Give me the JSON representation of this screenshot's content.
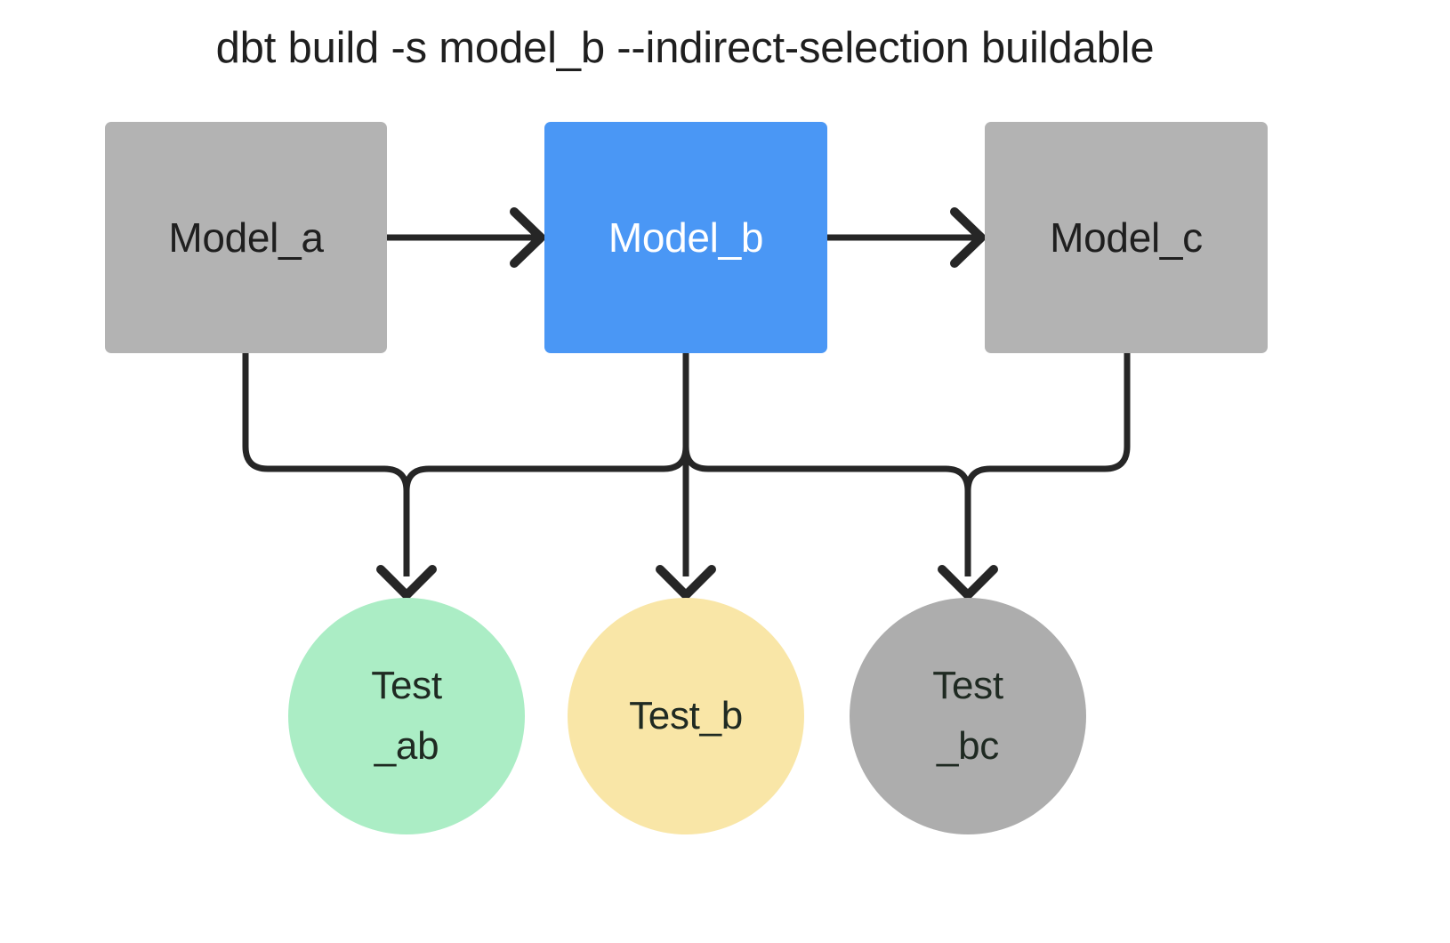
{
  "diagram": {
    "title": "dbt build -s model_b --indirect-selection buildable",
    "background_color": "#ffffff",
    "line_color": "#262626"
  },
  "models": [
    {
      "id": "model-a",
      "label": "Model_a",
      "fill": "#b3b3b3",
      "text_color": "#1f1f1f",
      "selected": false
    },
    {
      "id": "model-b",
      "label": "Model_b",
      "fill": "#4a97f5",
      "text_color": "#ffffff",
      "selected": true
    },
    {
      "id": "model-c",
      "label": "Model_c",
      "fill": "#b3b3b3",
      "text_color": "#1f1f1f",
      "selected": false
    }
  ],
  "tests": [
    {
      "id": "test-ab",
      "label": "Test_ab",
      "line1": "Test",
      "line2": "_ab",
      "fill": "#abedc5",
      "state": "included"
    },
    {
      "id": "test-b",
      "label": "Test_b",
      "line1": "Test_b",
      "line2": "",
      "fill": "#f9e6a7",
      "state": "included"
    },
    {
      "id": "test-bc",
      "label": "Test_bc",
      "line1": "Test",
      "line2": "_bc",
      "fill": "#adadad",
      "state": "excluded"
    }
  ],
  "edges": [
    {
      "from": "Model_a",
      "to": "Model_b",
      "kind": "arrow-right"
    },
    {
      "from": "Model_b",
      "to": "Model_c",
      "kind": "arrow-right"
    },
    {
      "from": "Model_a",
      "to": "Test_ab",
      "kind": "elbow-down"
    },
    {
      "from": "Model_b",
      "to": "Test_ab",
      "kind": "elbow-down"
    },
    {
      "from": "Model_b",
      "to": "Test_b",
      "kind": "straight-down"
    },
    {
      "from": "Model_b",
      "to": "Test_bc",
      "kind": "elbow-down"
    },
    {
      "from": "Model_c",
      "to": "Test_bc",
      "kind": "elbow-down"
    }
  ]
}
